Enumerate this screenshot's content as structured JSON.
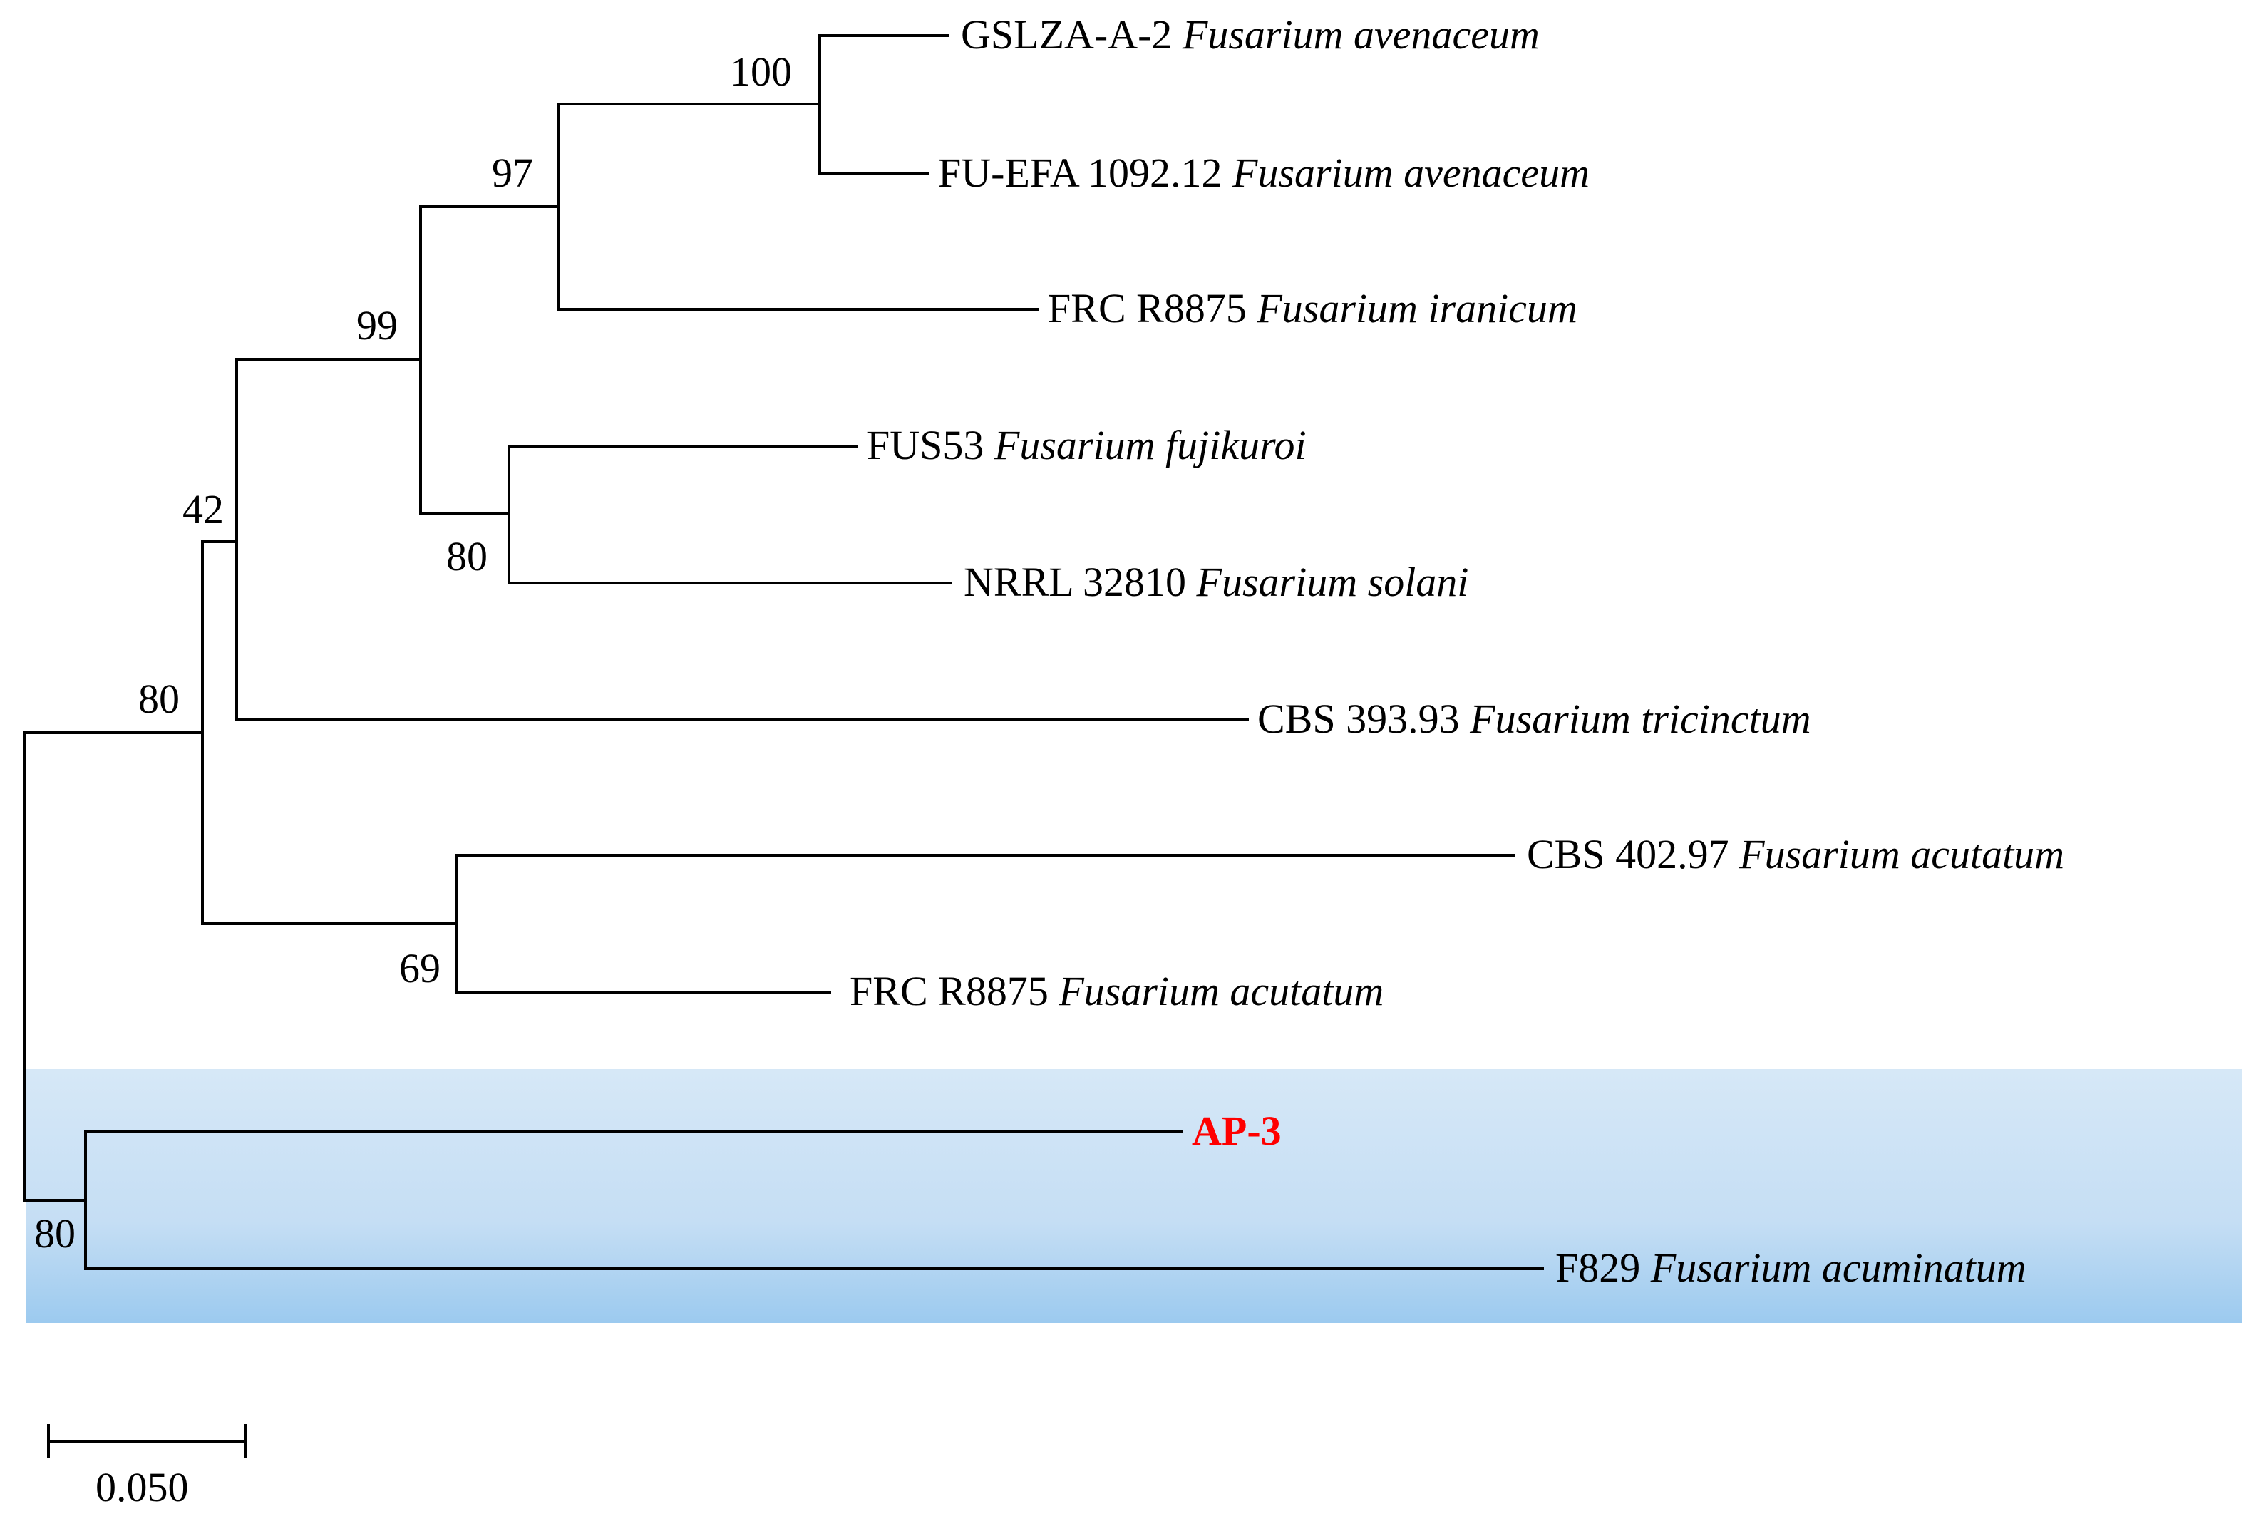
{
  "tree": {
    "taxa": [
      {
        "id": "gslza",
        "strain": "GSLZA-A-2",
        "species": "Fusarium avenaceum",
        "highlight": false
      },
      {
        "id": "fuefa",
        "strain": "FU-EFA 1092.12",
        "species": "Fusarium avenaceum",
        "highlight": false
      },
      {
        "id": "frc_iran",
        "strain": "FRC R8875",
        "species": "Fusarium iranicum",
        "highlight": false
      },
      {
        "id": "fus53",
        "strain": "FUS53",
        "species": "Fusarium fujikuroi",
        "highlight": false
      },
      {
        "id": "nrrl",
        "strain": "NRRL 32810",
        "species": "Fusarium solani",
        "highlight": false
      },
      {
        "id": "cbs393",
        "strain": "CBS 393.93",
        "species": "Fusarium tricinctum",
        "highlight": false
      },
      {
        "id": "cbs402",
        "strain": "CBS 402.97",
        "species": "Fusarium acutatum",
        "highlight": false
      },
      {
        "id": "frc_acut",
        "strain": "FRC R8875",
        "species": "Fusarium acutatum",
        "highlight": false
      },
      {
        "id": "ap3",
        "strain": "AP-3",
        "species": "",
        "highlight": true
      },
      {
        "id": "f829",
        "strain": "F829",
        "species": "Fusarium acuminatum",
        "highlight": false
      }
    ],
    "bootstrap": [
      {
        "node": "avenaceum",
        "value": "100"
      },
      {
        "node": "avenaceum_iranicum",
        "value": "97"
      },
      {
        "node": "upper_clade",
        "value": "99"
      },
      {
        "node": "fujikuroi_solani",
        "value": "80"
      },
      {
        "node": "with_tricinctum",
        "value": "42"
      },
      {
        "node": "ingroup",
        "value": "80"
      },
      {
        "node": "acutatum",
        "value": "69"
      },
      {
        "node": "acuminatum",
        "value": "80"
      }
    ],
    "scale_bar": {
      "label": "0.050",
      "value": 0.05
    },
    "highlight_color": "#ff0000",
    "highlight_band_colors": [
      "#d6e8f7",
      "#9ccaef"
    ]
  }
}
